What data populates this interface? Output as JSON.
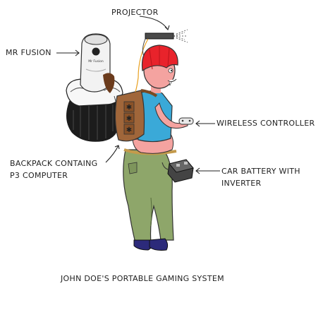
{
  "labels": {
    "projector": "PROJECTOR",
    "mr_fusion": "MR FUSION",
    "wireless_controller": "WIRELESS CONTROLLER",
    "backpack_line1": "BACKPACK CONTAING",
    "backpack_line2": "P3 COMPUTER",
    "battery_line1": "CAR BATTERY WITH",
    "battery_line2": "INVERTER",
    "caption": "JOHN DOE'S PORTABLE GAMING SYSTEM"
  },
  "device_text": {
    "fusion_brand": "Mr Fusion"
  },
  "colors": {
    "helmet": "#e8232b",
    "skin": "#f4a3a0",
    "shirt": "#3aa9d8",
    "pants": "#8ea66a",
    "backpack": "#a0663a",
    "shoes": "#2c2a7a",
    "fusion_body": "#f2f2f2",
    "fusion_base": "#1c1c1c"
  }
}
